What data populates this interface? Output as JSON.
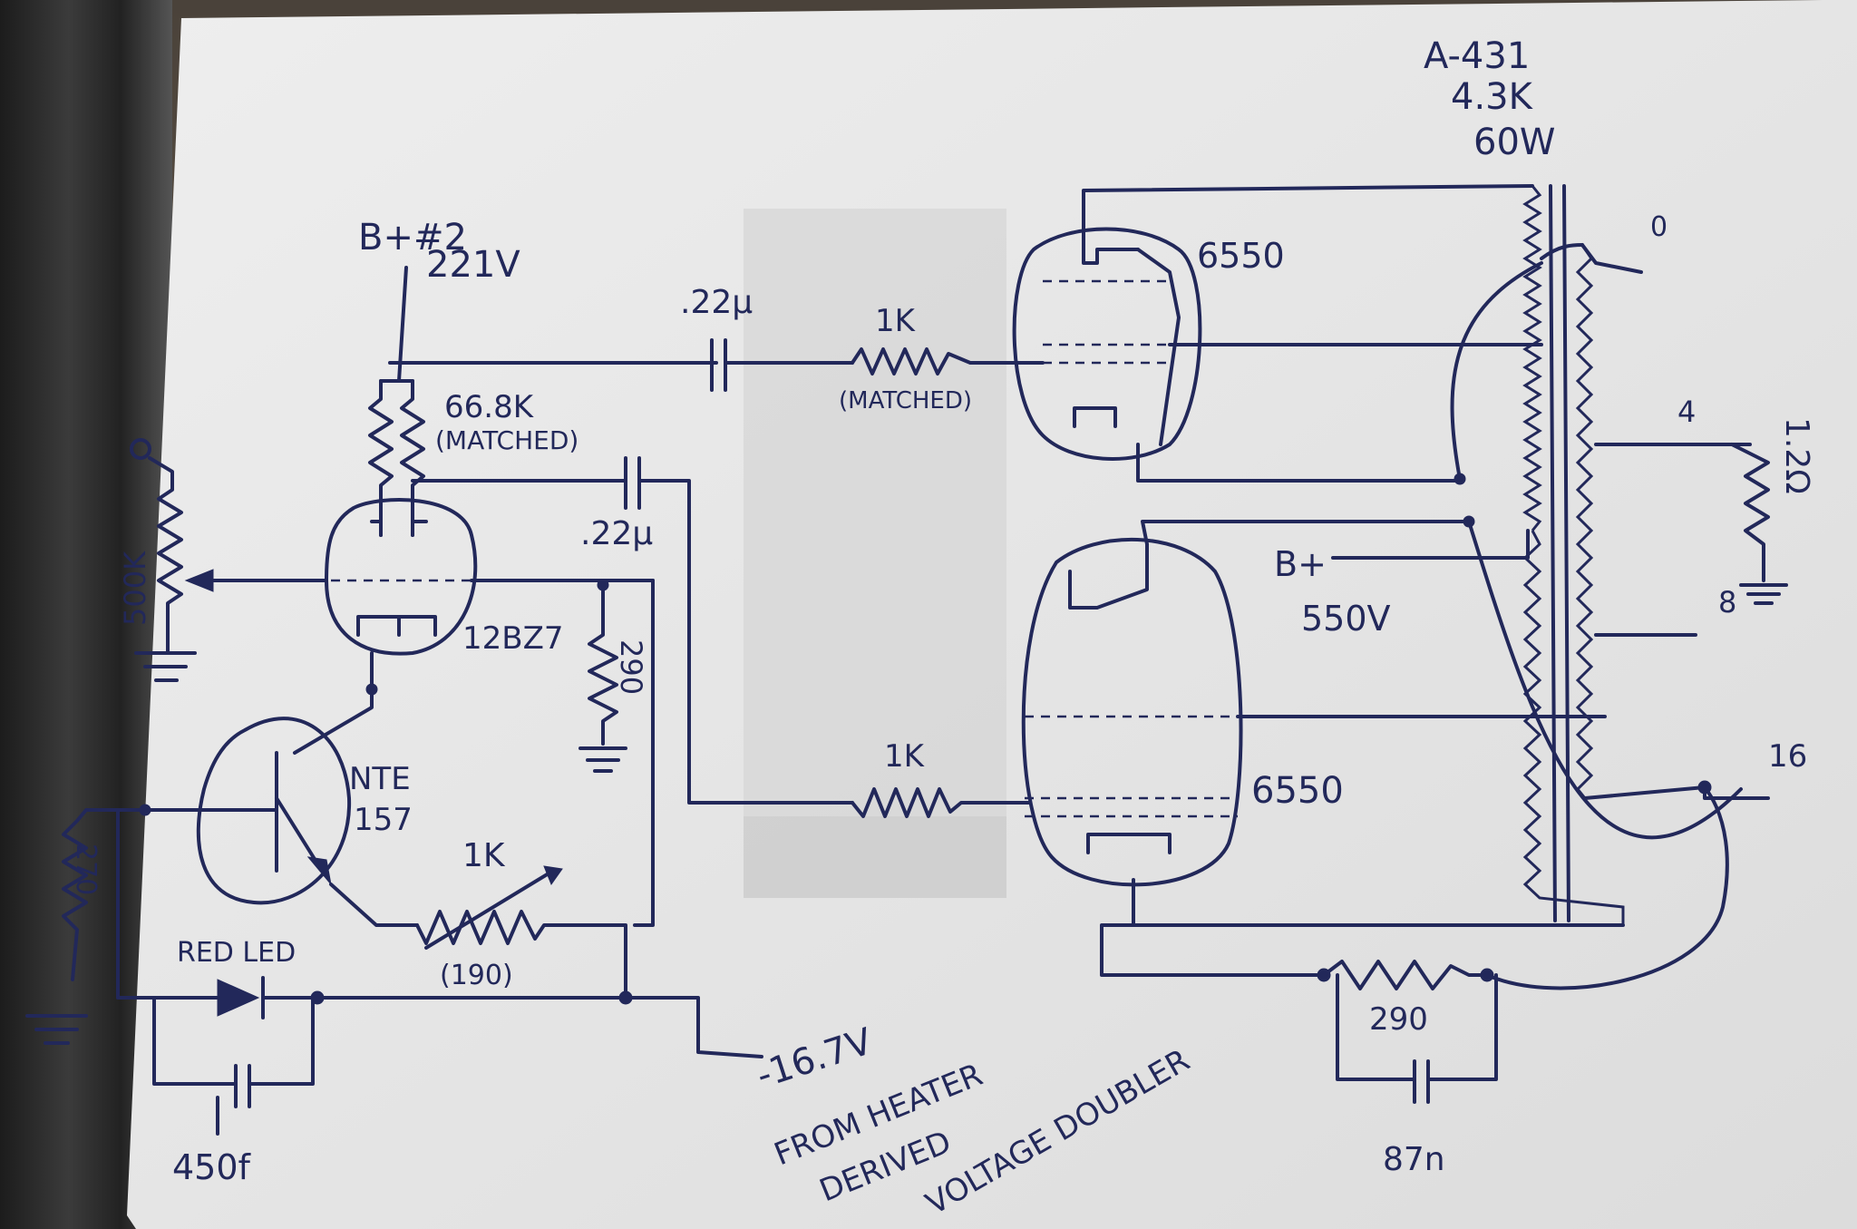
{
  "transformer": {
    "model": "A-431",
    "impedance": "4.3K",
    "power": "60W",
    "taps": {
      "t0": "0",
      "t4": "4",
      "t8": "8",
      "t16": "16"
    },
    "load_resistor": "1.2Ω"
  },
  "supply": {
    "bplus2": "B+#2",
    "bplus2_voltage": "221V",
    "bplus": "B+",
    "bplus_voltage": "550V",
    "neg_supply": "-16.7V",
    "neg_note_1": "FROM HEATER",
    "neg_note_2": "DERIVED",
    "neg_note_3": "VOLTAGE DOUBLER"
  },
  "driver": {
    "tube": "12BZ7",
    "plate_resistor": "66.8K",
    "plate_resistor_note": "(MATCHED)",
    "coupling_cap_top": ".22μ",
    "coupling_cap_bottom": ".22μ",
    "pot": "500K",
    "cathode_resistor": "290"
  },
  "output_stage": {
    "tube_top": "6550",
    "tube_bottom": "6550",
    "grid_stopper_top": "1K",
    "grid_stopper_top_note": "(MATCHED)",
    "grid_stopper_bottom": "1K",
    "cathode_resistor": "290",
    "cathode_cap": "87n"
  },
  "sink": {
    "transistor_line1": "NTE",
    "transistor_line2": "157",
    "trim": "1K",
    "trim_note": "(190)",
    "base_resistor": "270",
    "led": "RED LED",
    "led_cap": "450f"
  },
  "colors": {
    "ink": "#22285a",
    "paper": "#e6e6e6"
  }
}
